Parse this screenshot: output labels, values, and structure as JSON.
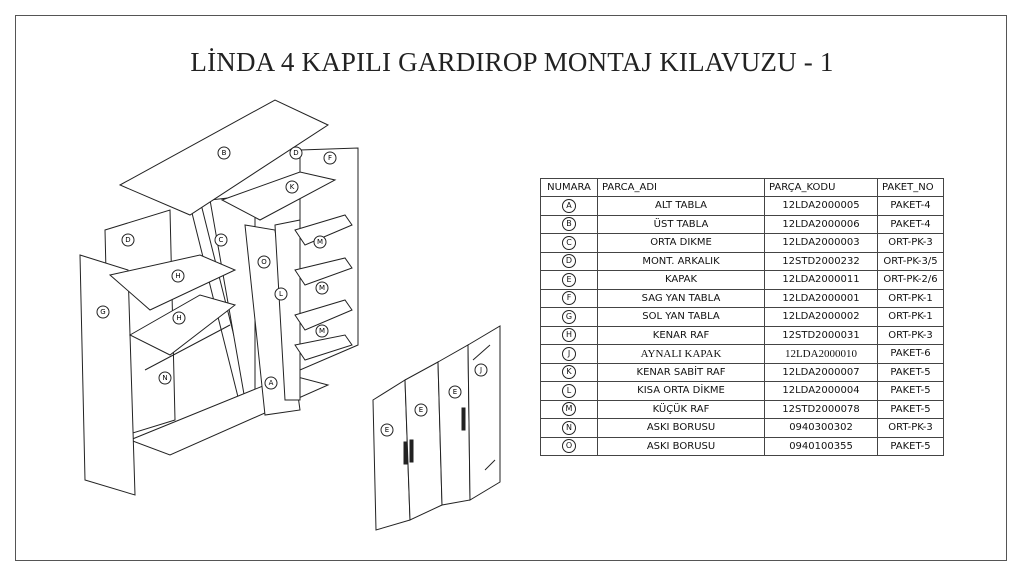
{
  "title": "LİNDA 4 KAPILI GARDIROP MONTAJ KILAVUZU - 1",
  "table": {
    "headers": [
      "NUMARA",
      "PARCA_ADI",
      "PARÇA_KODU",
      "PAKET_NO"
    ],
    "rows": [
      {
        "num": "A",
        "name": "ALT TABLA",
        "code": "12LDA2000005",
        "pkg": "PAKET-4"
      },
      {
        "num": "B",
        "name": "ÜST TABLA",
        "code": "12LDA2000006",
        "pkg": "PAKET-4"
      },
      {
        "num": "C",
        "name": "ORTA DIKME",
        "code": "12LDA2000003",
        "pkg": "ORT-PK-3"
      },
      {
        "num": "D",
        "name": "MONT. ARKALIK",
        "code": "12STD2000232",
        "pkg": "ORT-PK-3/5"
      },
      {
        "num": "E",
        "name": "KAPAK",
        "code": "12LDA2000011",
        "pkg": "ORT-PK-2/6"
      },
      {
        "num": "F",
        "name": "SAG YAN TABLA",
        "code": "12LDA2000001",
        "pkg": "ORT-PK-1"
      },
      {
        "num": "G",
        "name": "SOL YAN TABLA",
        "code": "12LDA2000002",
        "pkg": "ORT-PK-1"
      },
      {
        "num": "H",
        "name": "KENAR RAF",
        "code": "12STD2000031",
        "pkg": "ORT-PK-3"
      },
      {
        "num": "J",
        "name": "AYNALI KAPAK",
        "code": "12LDA2000010",
        "pkg": "PAKET-6"
      },
      {
        "num": "K",
        "name": "KENAR SABİT RAF",
        "code": "12LDA2000007",
        "pkg": "PAKET-5"
      },
      {
        "num": "L",
        "name": "KISA ORTA DİKME",
        "code": "12LDA2000004",
        "pkg": "PAKET-5"
      },
      {
        "num": "M",
        "name": "KÜÇÜK RAF",
        "code": "12STD2000078",
        "pkg": "PAKET-5"
      },
      {
        "num": "N",
        "name": "ASKI BORUSU",
        "code": "0940300302",
        "pkg": "ORT-PK-3"
      },
      {
        "num": "O",
        "name": "ASKI BORUSU",
        "code": "0940100355",
        "pkg": "PAKET-5"
      }
    ]
  },
  "drawing_labels": [
    "B",
    "D",
    "F",
    "K",
    "C",
    "D",
    "O",
    "M",
    "H",
    "L",
    "M",
    "G",
    "H",
    "M",
    "N",
    "A",
    "E",
    "E",
    "E",
    "J"
  ]
}
